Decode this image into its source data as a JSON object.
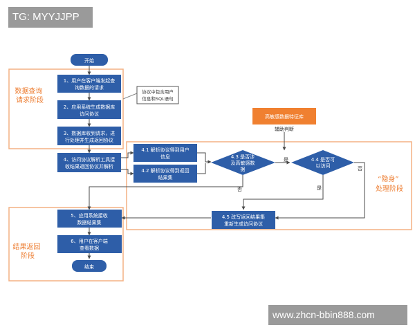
{
  "watermarks": {
    "top": "TG: MYYJJPP",
    "bottom": "www.zhcn-bbin888.com"
  },
  "flow": {
    "start": "开始",
    "step1": [
      "1、用户在客户端发起查",
      "询数据的请求"
    ],
    "step2": [
      "2、应用系统生成数据库",
      "访问协议"
    ],
    "step3": [
      "3、数据库收到请求，进",
      "行处理并生成返回协议"
    ],
    "step4": [
      "4、访问协议解析工具接",
      "收结果返回协议并解析"
    ],
    "step41": [
      "4.1  解析协议得到用户",
      "信息"
    ],
    "step42": [
      "4.2  解析协议得到返回",
      "结果集"
    ],
    "step43": [
      "4.3 是否涉",
      "及高敏感数",
      "据"
    ],
    "step44": [
      "4.4 是否可",
      "以访问"
    ],
    "step45": [
      "4.5 改写返回结果集",
      "重新生成访问协议"
    ],
    "step5": [
      "5、应用系统接收",
      "数据结果集"
    ],
    "step6": [
      "6、用户在客户端",
      "查看数据"
    ],
    "end": "结束"
  },
  "note": [
    "协议中包含用户",
    "信息和SQL语句"
  ],
  "sensitive_db": "高敏感数据特征库",
  "aux_label": "辅助判断",
  "edge_labels": {
    "yes1": "是",
    "yes2": "是",
    "no1": "否",
    "no2": "否"
  },
  "phases": {
    "query": [
      "数据查询",
      "请求阶段"
    ],
    "hidden": [
      "“隐身”",
      "处理阶段"
    ],
    "result": [
      "结果返回",
      "阶段"
    ]
  },
  "colors": {
    "box_blue": "#2e5ea8",
    "frame_orange": "#f4b183",
    "phase_text": "#ed7d31",
    "db_orange": "#f08030"
  }
}
